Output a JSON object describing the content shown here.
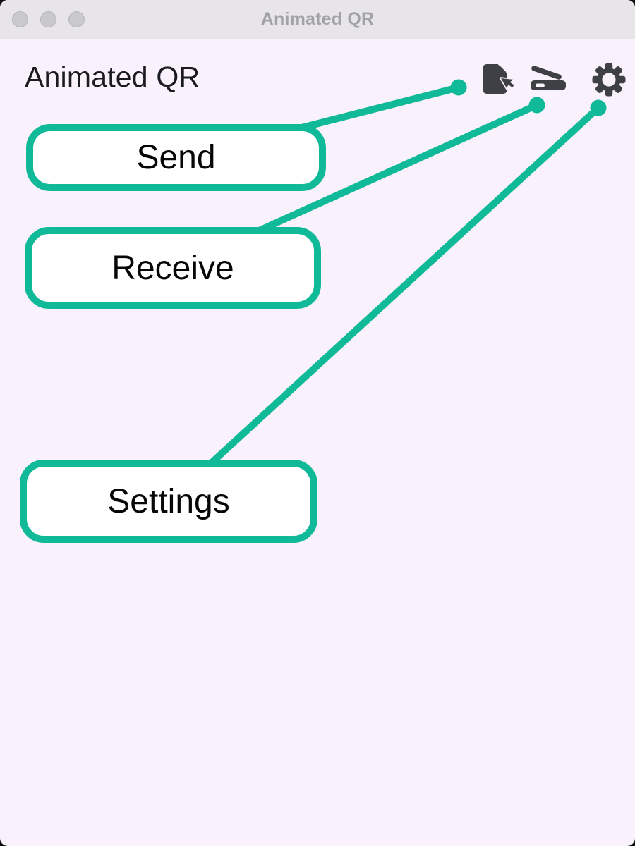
{
  "colors": {
    "accent": "#10ba98",
    "window-bg": "#f9f1fb",
    "titlebar-bg": "#e7e5e8",
    "titlebar-border": "#d6d4d7",
    "title-text": "#a2a2a7",
    "header-text": "#1a1a1f",
    "icon-color": "#3f4046",
    "light-fill": "#c9c8cb",
    "light-stroke": "#b6b5b8",
    "label-text": "#060607"
  },
  "titlebar": {
    "title": "Animated QR"
  },
  "header": {
    "title": "Animated QR"
  },
  "toolbar": {
    "icons": [
      {
        "name": "file-import-icon"
      },
      {
        "name": "scanner-icon"
      },
      {
        "name": "gear-icon"
      }
    ]
  },
  "callouts": [
    {
      "label": "Send"
    },
    {
      "label": "Receive"
    },
    {
      "label": "Settings"
    }
  ]
}
